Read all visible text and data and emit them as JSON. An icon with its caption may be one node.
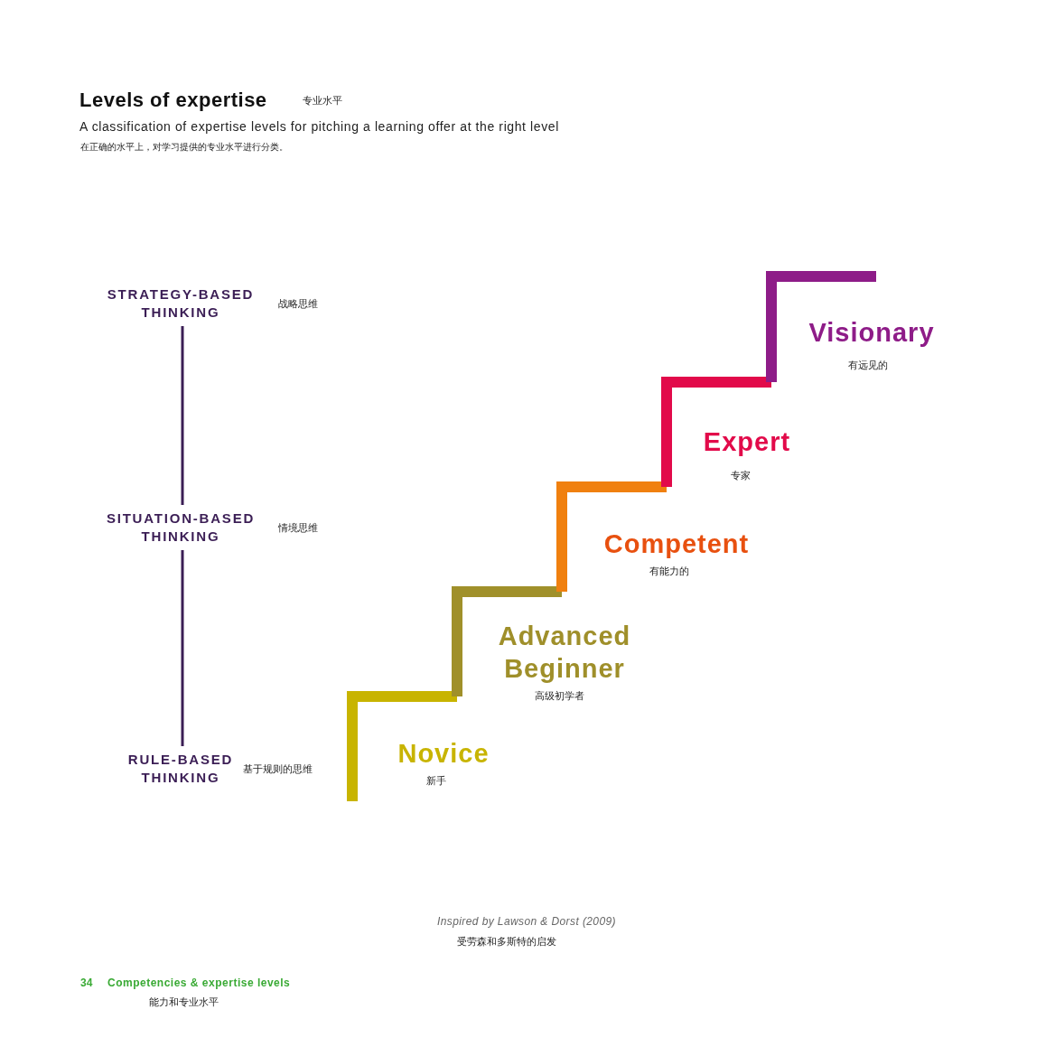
{
  "diagram": {
    "title": "Levels of expertise",
    "nodes": [
      {
        "text": [
          "STRATEGY-BASED THINKING"
        ],
        "beside": [
          "战略思维"
        ]
      },
      {
        "text": [
          "SITUATION-BASED THINKING"
        ],
        "beside": [
          "情境思维"
        ]
      },
      {
        "text": [
          "RULE-BASED THINKING"
        ],
        "beside": [
          "基于规则的思维"
        ]
      }
    ],
    "edges": [
      {
        "from": 0,
        "to": 1,
        "arrow": "none"
      },
      {
        "from": 1,
        "to": 2,
        "arrow": "none"
      }
    ],
    "labels": [
      "专业水平",
      "A classification of expertise levels for pitching a learning offer at the right level",
      "在正确的水平上，对学习提供的专业水平进行分类。",
      "Visionary",
      "有远见的",
      "Expert",
      "专家",
      "Competent",
      "有能力的",
      "Advanced Beginner",
      "高级初学者",
      "Novice",
      "新手",
      "Inspired by Lawson & Dorst (2009)",
      "受劳森和多斯特的启发",
      "34",
      "Competencies & expertise levels",
      "能力和专业水平"
    ]
  }
}
